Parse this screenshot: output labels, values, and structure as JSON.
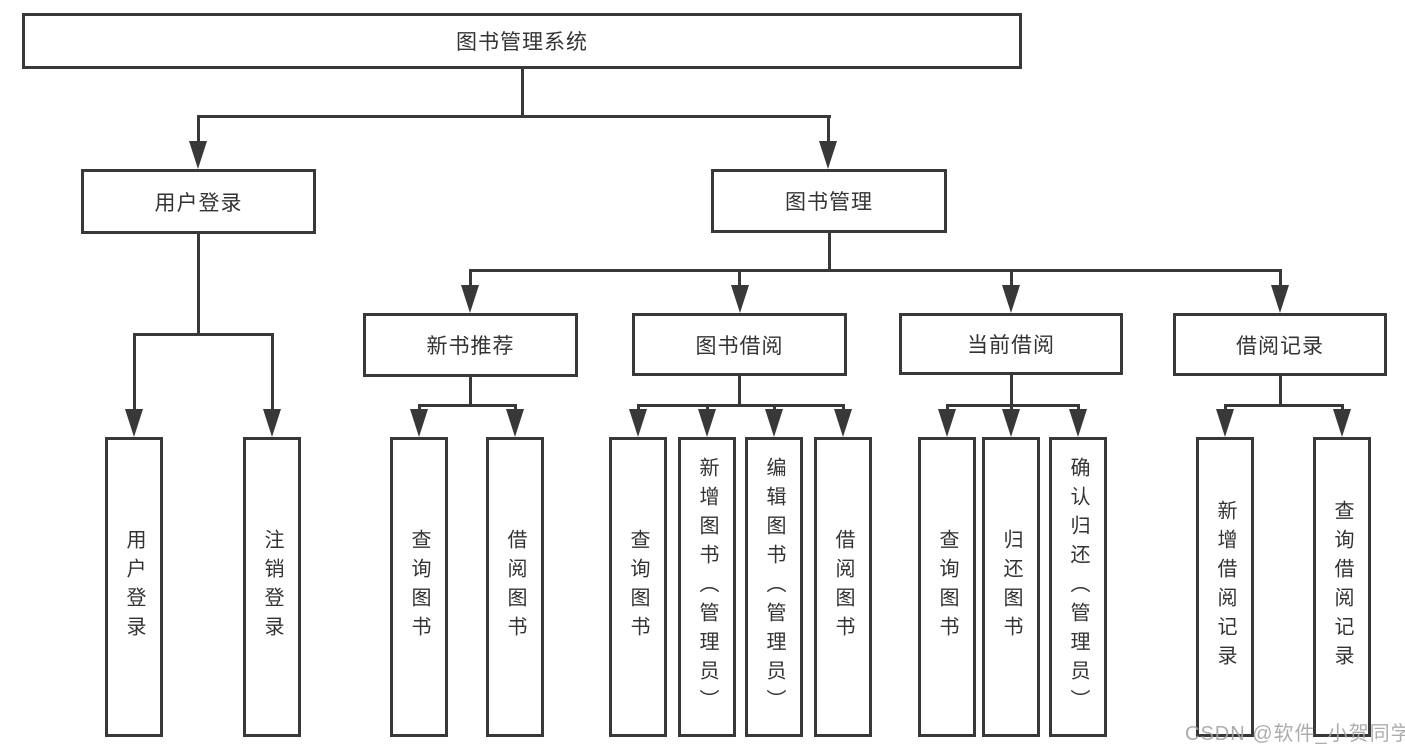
{
  "diagram": {
    "root": {
      "label": "图书管理系统"
    },
    "branches": [
      {
        "label": "用户登录",
        "children": [
          {
            "label": "用户登录"
          },
          {
            "label": "注销登录"
          }
        ]
      },
      {
        "label": "图书管理",
        "children": [
          {
            "label": "新书推荐",
            "children": [
              {
                "label": "查询图书"
              },
              {
                "label": "借阅图书"
              }
            ]
          },
          {
            "label": "图书借阅",
            "children": [
              {
                "label": "查询图书"
              },
              {
                "label": "新增图书（管理员）"
              },
              {
                "label": "编辑图书（管理员）"
              },
              {
                "label": "借阅图书"
              }
            ]
          },
          {
            "label": "当前借阅",
            "children": [
              {
                "label": "查询图书"
              },
              {
                "label": "归还图书"
              },
              {
                "label": "确认归还（管理员）"
              }
            ]
          },
          {
            "label": "借阅记录",
            "children": [
              {
                "label": "新增借阅记录"
              },
              {
                "label": "查询借阅记录"
              }
            ]
          }
        ]
      }
    ]
  },
  "watermark": {
    "text": "CSDN @软件_小贺同学"
  },
  "colors": {
    "line": "#383838",
    "box_fill": "#ffffff",
    "text": "#333333",
    "watermark": "#a5a5a5"
  }
}
